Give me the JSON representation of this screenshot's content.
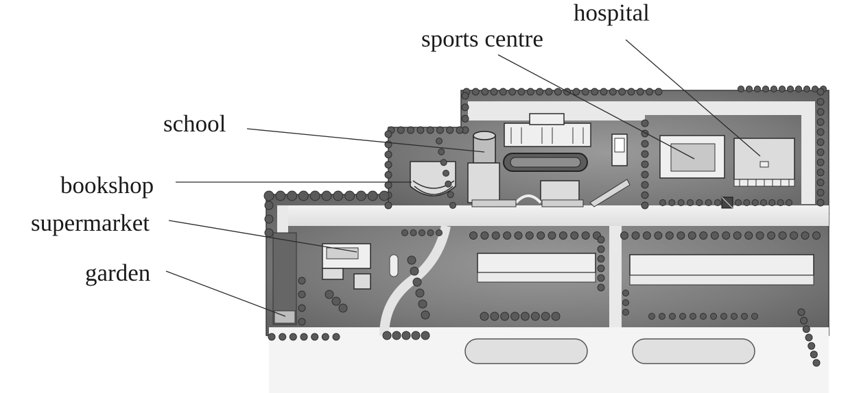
{
  "labels": {
    "hospital": "hospital",
    "sports_centre": "sports centre",
    "school": "school",
    "bookshop": "bookshop",
    "supermarket": "supermarket",
    "garden": "garden"
  },
  "colors": {
    "ground": "#7d7d7d",
    "road": "#e9e9e9",
    "building": "#dcdcdc",
    "tree": "#5a5a5a",
    "line": "#2a2a2a"
  }
}
